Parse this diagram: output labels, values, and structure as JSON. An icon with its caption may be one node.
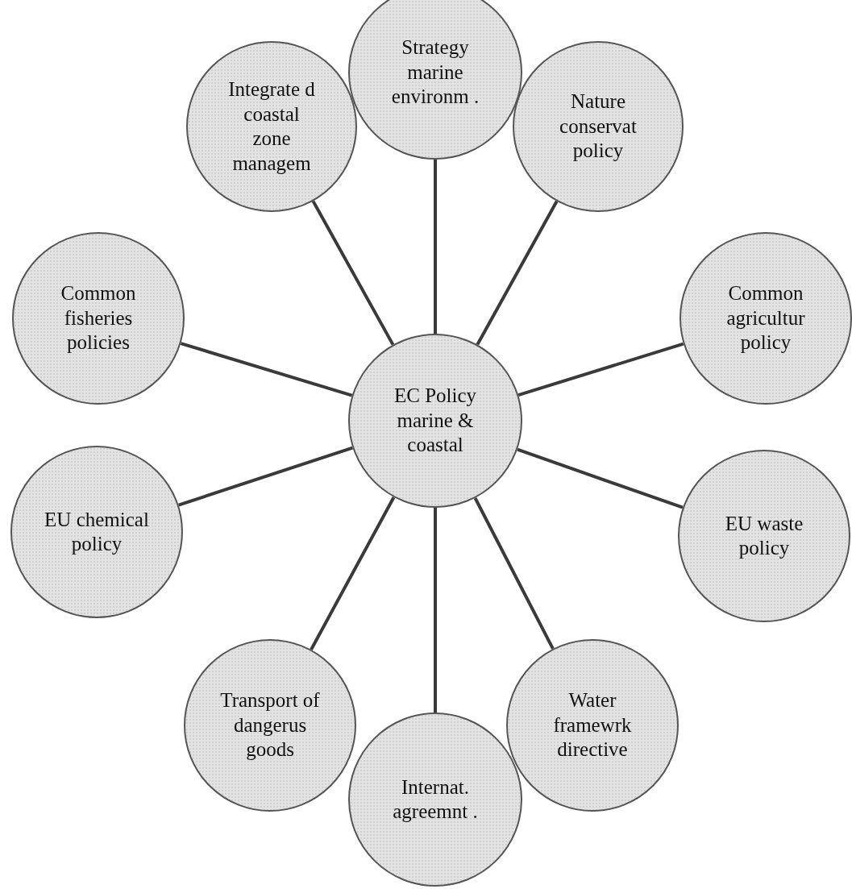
{
  "diagram": {
    "nodes": [
      {
        "text": [
          "EC Policy marine & coastal"
        ]
      },
      {
        "text": [
          "Strategy marine environm ."
        ]
      },
      {
        "text": [
          "Integrate d coastal zone managem"
        ]
      },
      {
        "text": [
          "Nature conservat policy"
        ]
      },
      {
        "text": [
          "Common fisheries policies"
        ]
      },
      {
        "text": [
          "Common agricultur policy"
        ]
      },
      {
        "text": [
          "EU chemical policy"
        ]
      },
      {
        "text": [
          "EU waste policy"
        ]
      },
      {
        "text": [
          "Transport of dangerus goods"
        ]
      },
      {
        "text": [
          "Water framewrk directive"
        ]
      },
      {
        "text": [
          "Internat. agreemnt ."
        ]
      }
    ],
    "edges": [
      {
        "from": 0,
        "to": 1,
        "arrow": "none"
      },
      {
        "from": 0,
        "to": 2,
        "arrow": "none"
      },
      {
        "from": 0,
        "to": 3,
        "arrow": "none"
      },
      {
        "from": 0,
        "to": 4,
        "arrow": "none"
      },
      {
        "from": 0,
        "to": 5,
        "arrow": "none"
      },
      {
        "from": 0,
        "to": 6,
        "arrow": "none"
      },
      {
        "from": 0,
        "to": 7,
        "arrow": "none"
      },
      {
        "from": 0,
        "to": 8,
        "arrow": "none"
      },
      {
        "from": 0,
        "to": 9,
        "arrow": "none"
      },
      {
        "from": 0,
        "to": 10,
        "arrow": "none"
      }
    ]
  }
}
